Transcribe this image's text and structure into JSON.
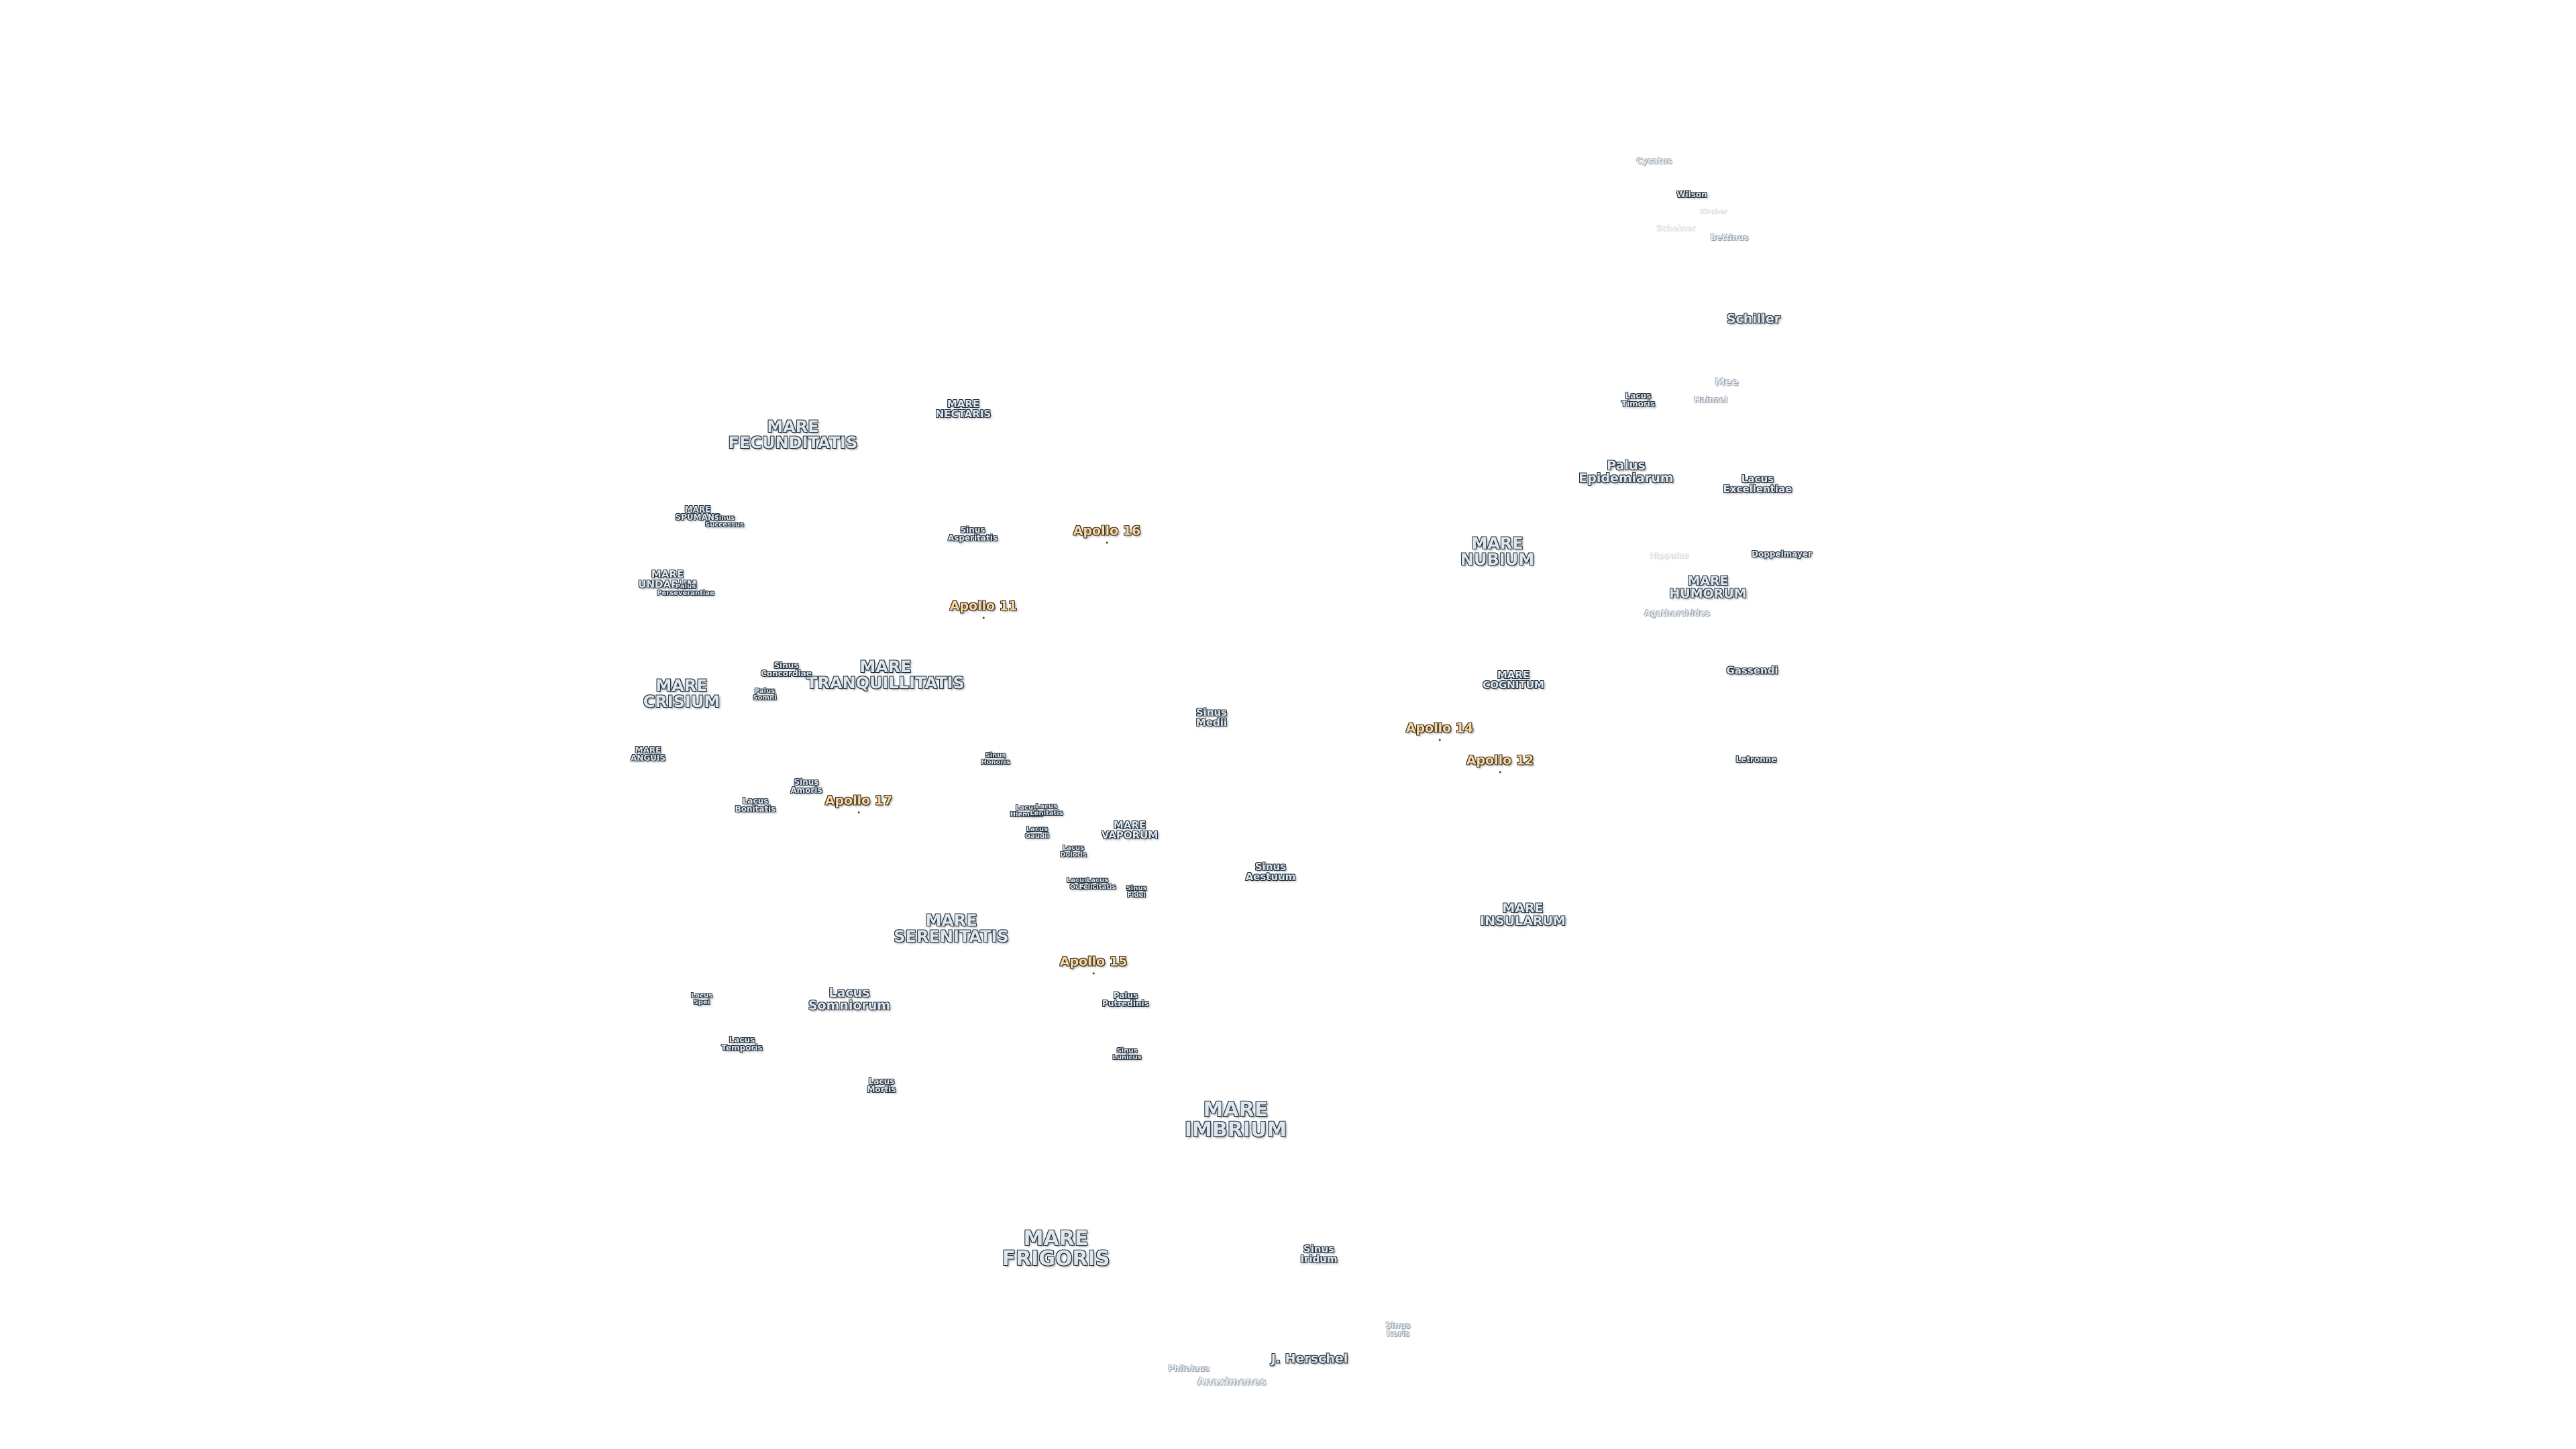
{
  "maria": [
    {
      "id": "mare-fecunditatis",
      "text": "MARE\nFECUNDITATIS"
    },
    {
      "id": "mare-nectaris",
      "text": "MARE\nNECTARIS"
    },
    {
      "id": "mare-spumans",
      "text": "MARE\nSPUMANS"
    },
    {
      "id": "mare-undarum",
      "text": "MARE\nUNDARUM"
    },
    {
      "id": "mare-crisium",
      "text": "MARE\nCRISIUM"
    },
    {
      "id": "mare-tranquillitatis",
      "text": "MARE\nTRANQUILLITATIS"
    },
    {
      "id": "mare-anguis",
      "text": "MARE\nANGUIS"
    },
    {
      "id": "mare-vaporum",
      "text": "MARE\nVAPORUM"
    },
    {
      "id": "mare-serenitatis",
      "text": "MARE\nSERENITATIS"
    },
    {
      "id": "mare-imbrium",
      "text": "MARE\nIMBRIUM"
    },
    {
      "id": "mare-frigoris",
      "text": "MARE\nFRIGORIS"
    },
    {
      "id": "mare-nubium",
      "text": "MARE\nNUBIUM"
    },
    {
      "id": "mare-cognitum",
      "text": "MARE\nCOGNITUM"
    },
    {
      "id": "mare-humorum",
      "text": "MARE\nHUMORUM"
    },
    {
      "id": "mare-insularum",
      "text": "MARE\nINSULARUM"
    }
  ],
  "minor_features": [
    {
      "id": "sinus-successus",
      "text": "Sinus\nSuccessus"
    },
    {
      "id": "palus-perseverantiae",
      "text": "Palus\nPerseverantiae"
    },
    {
      "id": "sinus-asperitatis",
      "text": "Sinus\nAsperitatis"
    },
    {
      "id": "sinus-concordiae",
      "text": "Sinus\nConcordiae"
    },
    {
      "id": "palus-somni",
      "text": "Palus\nSomni"
    },
    {
      "id": "sinus-amoris",
      "text": "Sinus\nAmoris"
    },
    {
      "id": "lacus-bonitatis",
      "text": "Lacus\nBonitatis"
    },
    {
      "id": "sinus-honoris",
      "text": "Sinus\nHonoris"
    },
    {
      "id": "lacus-hiemalis",
      "text": "Lacus\nHiemalis"
    },
    {
      "id": "lacus-lenitatis",
      "text": "Lacus\nLenitatis"
    },
    {
      "id": "lacus-gaudii",
      "text": "Lacus\nGaudii"
    },
    {
      "id": "lacus-doloris",
      "text": "Lacus\nDoloris"
    },
    {
      "id": "lacus-odii",
      "text": "Lacus\nOdii"
    },
    {
      "id": "lacus-felicitatis",
      "text": "Lacus\nFelicitatis"
    },
    {
      "id": "sinus-fidei",
      "text": "Sinus\nFidei"
    },
    {
      "id": "sinus-medii",
      "text": "Sinus\nMedii"
    },
    {
      "id": "sinus-aestuum",
      "text": "Sinus\nAestuum"
    },
    {
      "id": "lacus-spei",
      "text": "Lacus\nSpei"
    },
    {
      "id": "lacus-somniorum",
      "text": "Lacus\nSomniorum"
    },
    {
      "id": "lacus-temporis",
      "text": "Lacus\nTemporis"
    },
    {
      "id": "lacus-mortis",
      "text": "Lacus\nMortis"
    },
    {
      "id": "palus-putredinis",
      "text": "Palus\nPutredinis"
    },
    {
      "id": "sinus-lunicus",
      "text": "Sinus\nLunicus"
    },
    {
      "id": "sinus-iridum",
      "text": "Sinus\nIridum"
    },
    {
      "id": "sinus-roris",
      "text": "Sinus\nRoris"
    },
    {
      "id": "lacus-timoris",
      "text": "Lacus\nTimoris"
    },
    {
      "id": "palus-epidemiarum",
      "text": "Palus\nEpidemiarum"
    },
    {
      "id": "lacus-excellentiae",
      "text": "Lacus\nExcellentiae"
    }
  ],
  "craters": [
    {
      "id": "crater-cysatus",
      "text": "Cysatus"
    },
    {
      "id": "crater-wilson",
      "text": "Wilson"
    },
    {
      "id": "crater-kircher",
      "text": "Kircher"
    },
    {
      "id": "crater-scheiner",
      "text": "Scheiner"
    },
    {
      "id": "crater-bettinus",
      "text": "Bettinus"
    },
    {
      "id": "crater-schiller",
      "text": "Schiller"
    },
    {
      "id": "crater-mee",
      "text": "Mee"
    },
    {
      "id": "crater-hainzel",
      "text": "Hainzel"
    },
    {
      "id": "crater-hippalus",
      "text": "Hippalus"
    },
    {
      "id": "crater-doppelmayer",
      "text": "Doppelmayer"
    },
    {
      "id": "crater-agatharchides",
      "text": "Agatharchides"
    },
    {
      "id": "crater-gassendi",
      "text": "Gassendi"
    },
    {
      "id": "crater-letronne",
      "text": "Letronne"
    },
    {
      "id": "crater-j-herschel",
      "text": "J. Herschel"
    },
    {
      "id": "crater-philolaus",
      "text": "Philolaus"
    },
    {
      "id": "crater-anaximenes",
      "text": "Anaximenes"
    }
  ],
  "apollo_sites": [
    {
      "id": "apollo-16",
      "text": "Apollo 16"
    },
    {
      "id": "apollo-11",
      "text": "Apollo 11"
    },
    {
      "id": "apollo-17",
      "text": "Apollo 17"
    },
    {
      "id": "apollo-15",
      "text": "Apollo 15"
    },
    {
      "id": "apollo-14",
      "text": "Apollo 14"
    },
    {
      "id": "apollo-12",
      "text": "Apollo 12"
    }
  ],
  "colors": {
    "label_fill": "#dde7f0",
    "label_outline": "#24303c",
    "apollo_fill": "#f6d9a6",
    "background": "#ffffff"
  }
}
